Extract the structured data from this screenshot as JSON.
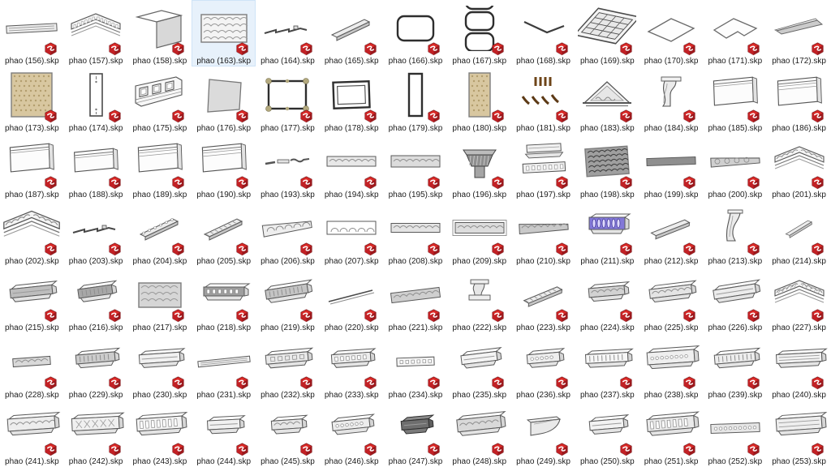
{
  "view": {
    "type": "file-explorer-grid",
    "columns": 13,
    "rows": 7,
    "file_extension": ".skp",
    "selected_file": "phao (163).skp"
  },
  "colors": {
    "background": "#ffffff",
    "text": "#1c1c1c",
    "selection_bg": "#e7f1fb",
    "selection_border": "#cfe4f7",
    "icon_red": "#da2a27",
    "icon_red_mid": "#c22125",
    "icon_red_dark": "#9d191d",
    "tan_panel": "#d8c7a0",
    "purple_model": "#8378d8"
  },
  "icons": {
    "file_badge": "sketchup-logo-icon"
  },
  "items": [
    {
      "label": "phao (156).skp",
      "t": "strip",
      "r": -3,
      "h": 9,
      "det": "lines",
      "w": 62
    },
    {
      "label": "phao (157).skp",
      "t": "corner",
      "det": "dentil"
    },
    {
      "label": "phao (158).skp",
      "t": "wall"
    },
    {
      "label": "phao (163).skp",
      "t": "panel",
      "w": 56,
      "h": 34,
      "f": "#f4f4f4",
      "pat": "relief",
      "sel": true
    },
    {
      "label": "phao (164).skp",
      "t": "line",
      "v": "step"
    },
    {
      "label": "phao (165).skp",
      "t": "bar"
    },
    {
      "label": "phao (166).skp",
      "t": "frame",
      "n": 1,
      "rx": 8,
      "w": 44,
      "h": 30
    },
    {
      "label": "phao (167).skp",
      "t": "frame",
      "n": 3,
      "rx": 8,
      "w": 34
    },
    {
      "label": "phao (168).skp",
      "t": "line",
      "v": "angle"
    },
    {
      "label": "phao (169).skp",
      "t": "coffer"
    },
    {
      "label": "phao (170).skp",
      "t": "plane",
      "v": "flat"
    },
    {
      "label": "phao (171).skp",
      "t": "plane",
      "v": "L"
    },
    {
      "label": "phao (172).skp",
      "t": "wedge"
    },
    {
      "label": "phao (173).skp",
      "t": "panel",
      "w": 50,
      "h": 54,
      "f": "#d8c7a0",
      "pat": "dots",
      "border": "#7d7d7d"
    },
    {
      "label": "phao (174).skp",
      "t": "tallframe"
    },
    {
      "label": "phao (175).skp",
      "t": "panels3"
    },
    {
      "label": "phao (176).skp",
      "t": "plane",
      "v": "gray"
    },
    {
      "label": "phao (177).skp",
      "t": "frame",
      "n": 1,
      "w": 46,
      "h": 34,
      "orn": true
    },
    {
      "label": "phao (178).skp",
      "t": "frame",
      "n": 1,
      "w": 44,
      "h": 32,
      "double": true,
      "r": -2
    },
    {
      "label": "phao (179).skp",
      "t": "frame",
      "n": 1,
      "w": 16,
      "h": 52
    },
    {
      "label": "phao (180).skp",
      "t": "panel",
      "w": 26,
      "h": 54,
      "f": "#d8c7a0",
      "pat": "dots",
      "border": "#7d7d7d"
    },
    {
      "label": "phao (181).skp",
      "t": "wood"
    },
    {
      "label": "phao (183).skp",
      "t": "pediment"
    },
    {
      "label": "phao (184).skp",
      "t": "corbel",
      "v": "default"
    },
    {
      "label": "phao (185).skp",
      "t": "baseboard"
    },
    {
      "label": "phao (186).skp",
      "t": "baseboard",
      "det": "groove"
    },
    {
      "label": "phao (187).skp",
      "t": "baseboard"
    },
    {
      "label": "phao (188).skp",
      "t": "baseboard",
      "h": 24
    },
    {
      "label": "phao (189).skp",
      "t": "baseboard",
      "det": "groove"
    },
    {
      "label": "phao (190).skp",
      "t": "baseboard",
      "det": "groove"
    },
    {
      "label": "phao (193).skp",
      "t": "line",
      "v": "bits"
    },
    {
      "label": "phao (194).skp",
      "t": "strip",
      "h": 12,
      "det": "squiggle",
      "f": "#e8e8e8"
    },
    {
      "label": "phao (195).skp",
      "t": "strip",
      "h": 14,
      "det": "squiggle",
      "f": "#dcdcdc"
    },
    {
      "label": "phao (196).skp",
      "t": "capital"
    },
    {
      "label": "phao (197).skp",
      "t": "stack"
    },
    {
      "label": "phao (198).skp",
      "t": "panel",
      "w": 52,
      "h": 34,
      "f": "#9f9f9f",
      "pat": "relief-dark",
      "r": -4
    },
    {
      "label": "phao (199).skp",
      "t": "strip",
      "h": 9,
      "det": "squiggle",
      "f": "#8f8f8f",
      "r": -2
    },
    {
      "label": "phao (200).skp",
      "t": "strip",
      "h": 11,
      "det": "medal",
      "f": "#cfcfcf",
      "taper": true,
      "r": -3
    },
    {
      "label": "phao (201).skp",
      "t": "corner",
      "det": "ornate"
    },
    {
      "label": "phao (202).skp",
      "t": "corner",
      "det": "ornate",
      "big": true
    },
    {
      "label": "phao (203).skp",
      "t": "line",
      "v": "step"
    },
    {
      "label": "phao (204).skp",
      "t": "bar",
      "det": "bead"
    },
    {
      "label": "phao (205).skp",
      "t": "bar",
      "det": "rib"
    },
    {
      "label": "phao (206).skp",
      "t": "strip",
      "h": 14,
      "det": "arch",
      "r": -8,
      "taper": true
    },
    {
      "label": "phao (207).skp",
      "t": "strip",
      "h": 16,
      "det": "arch",
      "f": "#ffffff"
    },
    {
      "label": "phao (208).skp",
      "t": "strip",
      "h": 11,
      "det": "squiggle",
      "f": "#e4e4e4"
    },
    {
      "label": "phao (209).skp",
      "t": "strip",
      "h": 13,
      "det": "squiggle",
      "f": "#dddddd",
      "box": true
    },
    {
      "label": "phao (210).skp",
      "t": "strip",
      "h": 12,
      "det": "squiggle",
      "f": "#c9c9c9",
      "taper": true,
      "r": -3
    },
    {
      "label": "phao (211).skp",
      "t": "crown",
      "f": "#8378d8",
      "w": 44,
      "purple": true,
      "big": true
    },
    {
      "label": "phao (212).skp",
      "t": "bar",
      "r": 4
    },
    {
      "label": "phao (213).skp",
      "t": "corbel",
      "v": "slim"
    },
    {
      "label": "phao (214).skp",
      "t": "bar",
      "small": true,
      "r": -6
    },
    {
      "label": "phao (215).skp",
      "t": "crown",
      "f": "#bdbdbd",
      "r": -6,
      "det": "plain"
    },
    {
      "label": "phao (216).skp",
      "t": "crown",
      "f": "#a7a7a7",
      "r": -8,
      "w": 42,
      "det": "rib"
    },
    {
      "label": "phao (217).skp",
      "t": "panel",
      "w": 52,
      "h": 30,
      "f": "#d6d6d6",
      "pat": "relief"
    },
    {
      "label": "phao (218).skp",
      "t": "crown",
      "f": "#9e9e9e",
      "det": "dentil",
      "w": 50
    },
    {
      "label": "phao (219).skp",
      "t": "crown",
      "f": "#c4c4c4",
      "det": "rib",
      "r": -9
    },
    {
      "label": "phao (220).skp",
      "t": "line",
      "v": "trim"
    },
    {
      "label": "phao (221).skp",
      "t": "strip",
      "h": 12,
      "det": "squiggle",
      "f": "#cfcfcf",
      "r": -7
    },
    {
      "label": "phao (222).skp",
      "t": "corbel",
      "v": "step"
    },
    {
      "label": "phao (223).skp",
      "t": "bar",
      "det": "rib",
      "r": 3
    },
    {
      "label": "phao (224).skp",
      "t": "crown",
      "f": "#d2d2d2",
      "w": 44,
      "det": "ornate",
      "r": -5
    },
    {
      "label": "phao (225).skp",
      "t": "crown",
      "f": "#e4e4e4",
      "det": "ornate",
      "r": -7
    },
    {
      "label": "phao (226).skp",
      "t": "crown",
      "f": "#ececec",
      "det": "plain",
      "r": -9
    },
    {
      "label": "phao (227).skp",
      "t": "corner",
      "det": "zigzag"
    },
    {
      "label": "phao (228).skp",
      "t": "strip",
      "h": 10,
      "det": "squiggle",
      "f": "#d9d9d9",
      "r": -4,
      "short": true
    },
    {
      "label": "phao (229).skp",
      "t": "crown",
      "f": "#cccccc",
      "w": 48,
      "det": "rib",
      "r": -5
    },
    {
      "label": "phao (230).skp",
      "t": "crown",
      "f": "#f1f1f1",
      "w": 50,
      "det": "plain",
      "r": -4
    },
    {
      "label": "phao (231).skp",
      "t": "strip",
      "h": 7,
      "det": "lines",
      "f": "#f3f3f3",
      "r": -6,
      "w": 64
    },
    {
      "label": "phao (232).skp",
      "t": "crown",
      "f": "#e9e9e9",
      "det": "notch",
      "r": -5
    },
    {
      "label": "phao (233).skp",
      "t": "crown",
      "f": "#ededed",
      "det": "dentil",
      "r": -4,
      "w": 48
    },
    {
      "label": "phao (234).skp",
      "t": "strip",
      "h": 10,
      "det": "dentil",
      "f": "#f5f5f5",
      "r": -2,
      "short": true
    },
    {
      "label": "phao (235).skp",
      "t": "crown",
      "f": "#f4f4f4",
      "w": 44,
      "det": "plain",
      "r": -7
    },
    {
      "label": "phao (236).skp",
      "t": "crown",
      "f": "#eeeeee",
      "w": 40,
      "det": "bead",
      "r": -5
    },
    {
      "label": "phao (237).skp",
      "t": "crown",
      "f": "#f6f6f6",
      "w": 52,
      "det": "rib",
      "r": -3
    },
    {
      "label": "phao (238).skp",
      "t": "crown",
      "f": "#efefef",
      "w": 58,
      "det": "bead",
      "r": -4,
      "big": true
    },
    {
      "label": "phao (239).skp",
      "t": "crown",
      "f": "#ededed",
      "w": 50,
      "det": "rib",
      "r": -5
    },
    {
      "label": "phao (240).skp",
      "t": "crown",
      "f": "#f2f2f2",
      "w": 56,
      "det": "lines",
      "r": -3
    },
    {
      "label": "phao (241).skp",
      "t": "crown",
      "f": "#ededed",
      "w": 58,
      "det": "ornate",
      "r": -4,
      "big": true
    },
    {
      "label": "phao (242).skp",
      "t": "crown",
      "f": "#f0f0f0",
      "w": 58,
      "det": "cross",
      "r": -3,
      "big": true
    },
    {
      "label": "phao (243).skp",
      "t": "crown",
      "f": "#f4f4f4",
      "w": 56,
      "det": "dentil",
      "r": -4,
      "big": true
    },
    {
      "label": "phao (244).skp",
      "t": "crown",
      "f": "#f1f1f1",
      "w": 40,
      "det": "plain",
      "r": -3
    },
    {
      "label": "phao (245).skp",
      "t": "crown",
      "f": "#e7e7e7",
      "w": 38,
      "det": "ornate",
      "r": -4
    },
    {
      "label": "phao (246).skp",
      "t": "crown",
      "f": "#ececec",
      "w": 46,
      "det": "bead",
      "r": -6
    },
    {
      "label": "phao (247).skp",
      "t": "crown",
      "f": "#6e6e6e",
      "w": 34,
      "det": "plain",
      "r": -5,
      "dark": true
    },
    {
      "label": "phao (248).skp",
      "t": "crown",
      "f": "#d9d9d9",
      "w": 54,
      "det": "squiggle",
      "r": -6,
      "big": true
    },
    {
      "label": "phao (249).skp",
      "t": "corbel",
      "v": "cove"
    },
    {
      "label": "phao (250).skp",
      "t": "crown",
      "f": "#f3f3f3",
      "w": 42,
      "det": "plain",
      "r": -5
    },
    {
      "label": "phao (251).skp",
      "t": "crown",
      "f": "#eaeaea",
      "w": 58,
      "det": "dentil",
      "r": -5,
      "big": true
    },
    {
      "label": "phao (252).skp",
      "t": "strip",
      "h": 11,
      "det": "bead",
      "f": "#e6e6e6",
      "r": -2
    },
    {
      "label": "phao (253).skp",
      "t": "crown",
      "f": "#eeeeee",
      "w": 56,
      "det": "lines",
      "r": -4,
      "big": true
    }
  ]
}
